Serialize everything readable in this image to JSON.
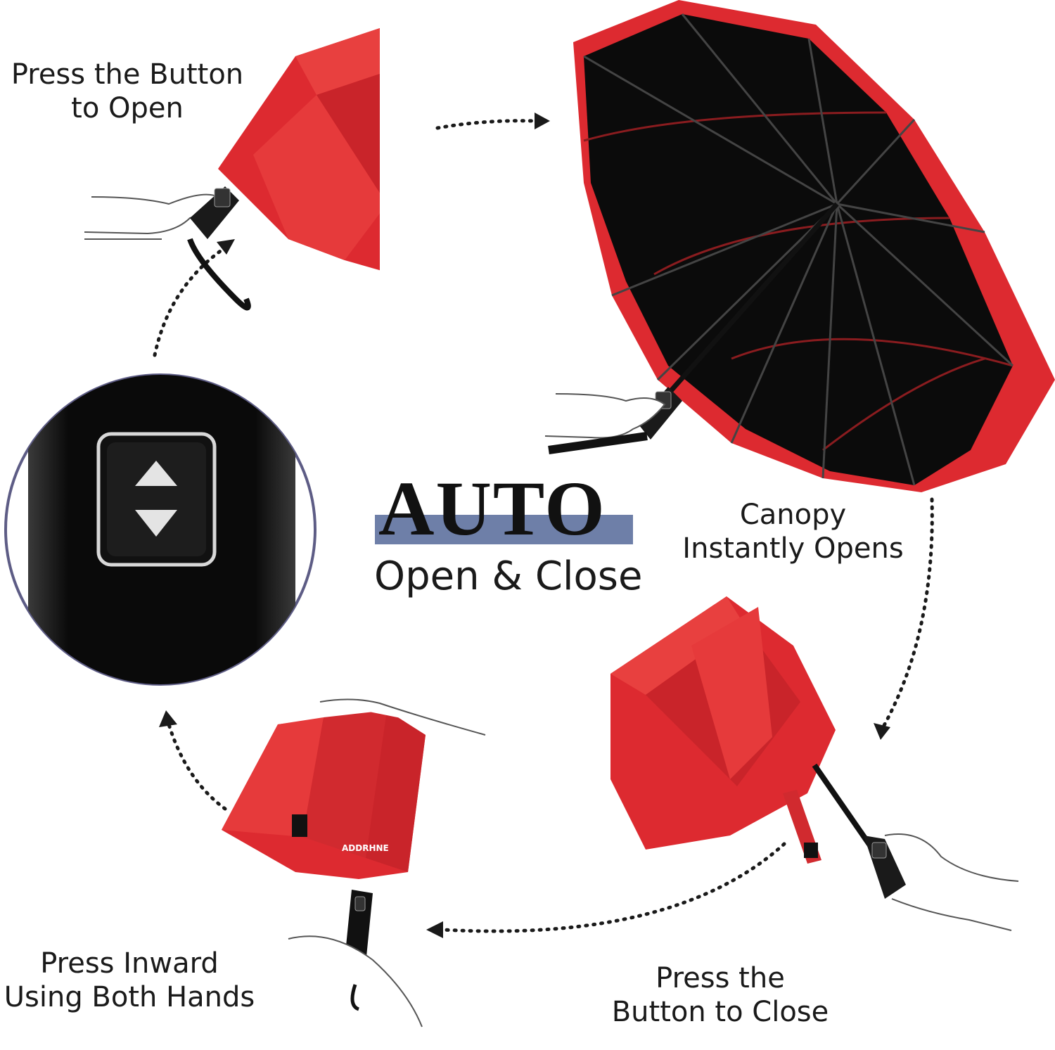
{
  "captions": {
    "open": [
      "Press the Button",
      "to Open"
    ],
    "canopy": [
      "Canopy",
      "Instantly Opens"
    ],
    "close": [
      "Press the",
      "Button to Close"
    ],
    "inward": [
      "Press Inward",
      "Using Both Hands"
    ]
  },
  "headline": {
    "title": "AUTO",
    "subtitle": "Open & Close"
  },
  "colors": {
    "canopy_red": "#dd2a30",
    "canopy_inner": "#0b0b0b",
    "accent_bar": "#6e7fa8",
    "arrow": "#1a1a1a"
  },
  "icons": [
    "closed-umbrella-icon",
    "open-umbrella-icon",
    "button-closeup-icon",
    "up-arrow-icon",
    "down-arrow-icon",
    "hand-icon",
    "cycle-arrow-icon"
  ]
}
